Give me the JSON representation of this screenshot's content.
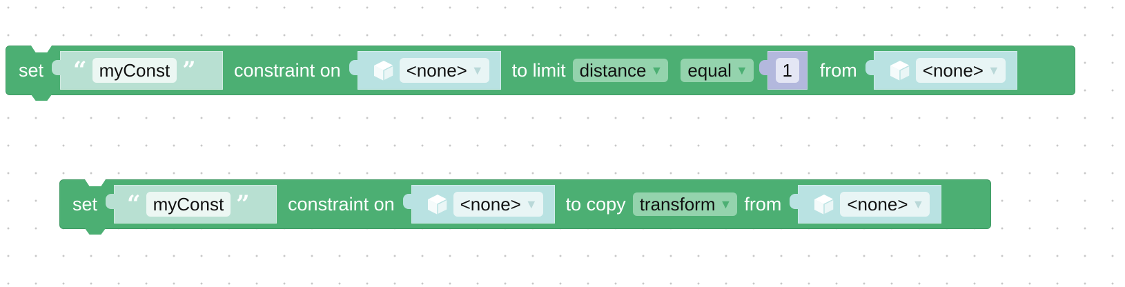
{
  "block1": {
    "set_label": "set",
    "name_value": "myConst",
    "constraint_label": "constraint on",
    "object1": "<none>",
    "action_label": "to limit",
    "limit_property": "distance",
    "comparison": "equal",
    "number": "1",
    "from_label": "from",
    "object2": "<none>"
  },
  "block2": {
    "set_label": "set",
    "name_value": "myConst",
    "constraint_label": "constraint on",
    "object1": "<none>",
    "action_label": "to copy",
    "copy_property": "transform",
    "from_label": "from",
    "object2": "<none>"
  },
  "icons": {
    "open_quote": "“",
    "close_quote": "”",
    "dropdown_arrow": "▼",
    "object_icon": "cube-icon"
  },
  "colors": {
    "block": "#4caf73",
    "text_socket": "#b8e0d2",
    "object_socket": "#b9e2e2",
    "number_socket": "#b3b8dd",
    "dropdown": "#94d3ad"
  }
}
